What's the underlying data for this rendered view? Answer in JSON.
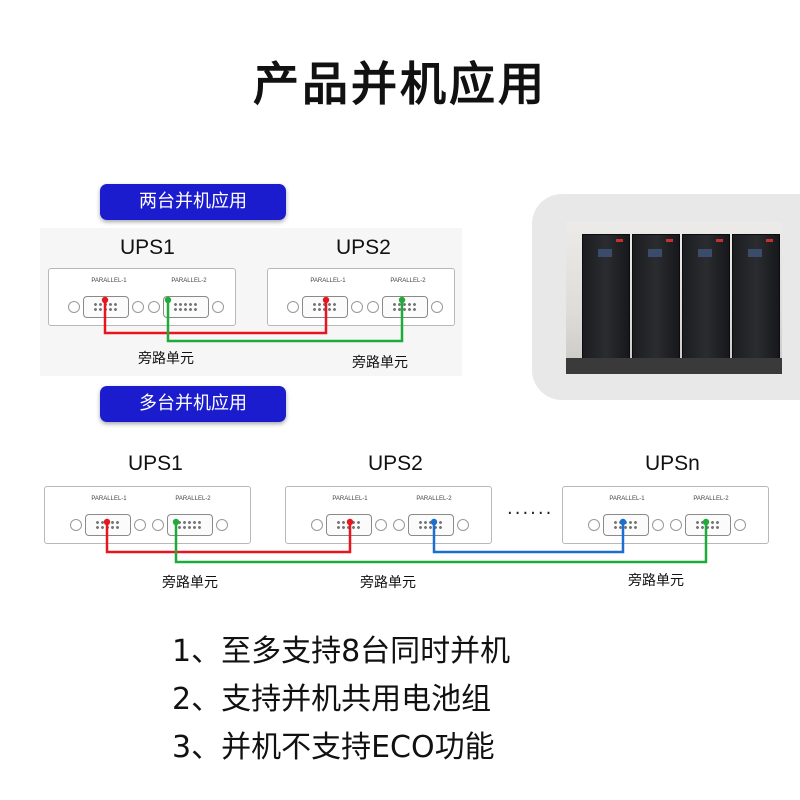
{
  "title": "产品并机应用",
  "section_two": {
    "badge": "两台并机应用",
    "ups": [
      {
        "name": "UPS1",
        "port1": "PARALLEL-1",
        "port2": "PARALLEL-2"
      },
      {
        "name": "UPS2",
        "port1": "PARALLEL-1",
        "port2": "PARALLEL-2"
      }
    ],
    "bypass": [
      "旁路单元",
      "旁路单元"
    ]
  },
  "section_multi": {
    "badge": "多台并机应用",
    "ups": [
      {
        "name": "UPS1",
        "port1": "PARALLEL-1",
        "port2": "PARALLEL-2"
      },
      {
        "name": "UPS2",
        "port1": "PARALLEL-1",
        "port2": "PARALLEL-2"
      },
      {
        "name": "UPSn",
        "port1": "PARALLEL-1",
        "port2": "PARALLEL-2"
      }
    ],
    "ellipsis": "......",
    "bypass": [
      "旁路单元",
      "旁路单元",
      "旁路单元"
    ]
  },
  "features": [
    "1、至多支持8台同时并机",
    "2、支持并机共用电池组",
    "3、并机不支持ECO功能"
  ],
  "colors": {
    "badge": "#1c1ccf",
    "wire_red": "#e8141e",
    "wire_green": "#1faa3a",
    "wire_blue": "#1b6fd0"
  }
}
